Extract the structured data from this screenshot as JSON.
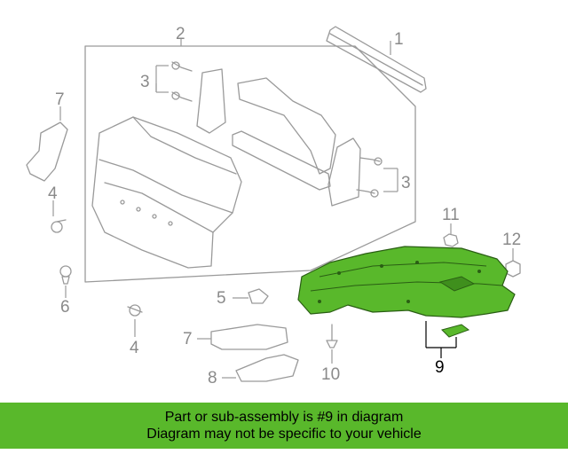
{
  "diagram": {
    "callouts": {
      "c1": "1",
      "c2": "2",
      "c3a": "3",
      "c3b": "3",
      "c4a": "4",
      "c4b": "4",
      "c5": "5",
      "c6": "6",
      "c7a": "7",
      "c7b": "7",
      "c8": "8",
      "c9": "9",
      "c10": "10",
      "c11": "11",
      "c12": "12"
    },
    "highlight_part": "9",
    "colors": {
      "highlight": "#59b82b",
      "line": "#9a9a9a"
    }
  },
  "banner": {
    "line1": "Part or sub-assembly is #9 in diagram",
    "line2": "Diagram may not be specific to your vehicle"
  }
}
